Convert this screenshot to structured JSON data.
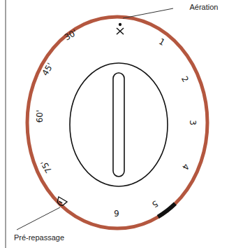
{
  "diagram": {
    "labels": [
      "Aération",
      "1",
      "2",
      "3",
      "4",
      "5",
      "6",
      "75'",
      "60'",
      "45'",
      "30'",
      "Pré-repassage"
    ]
  }
}
